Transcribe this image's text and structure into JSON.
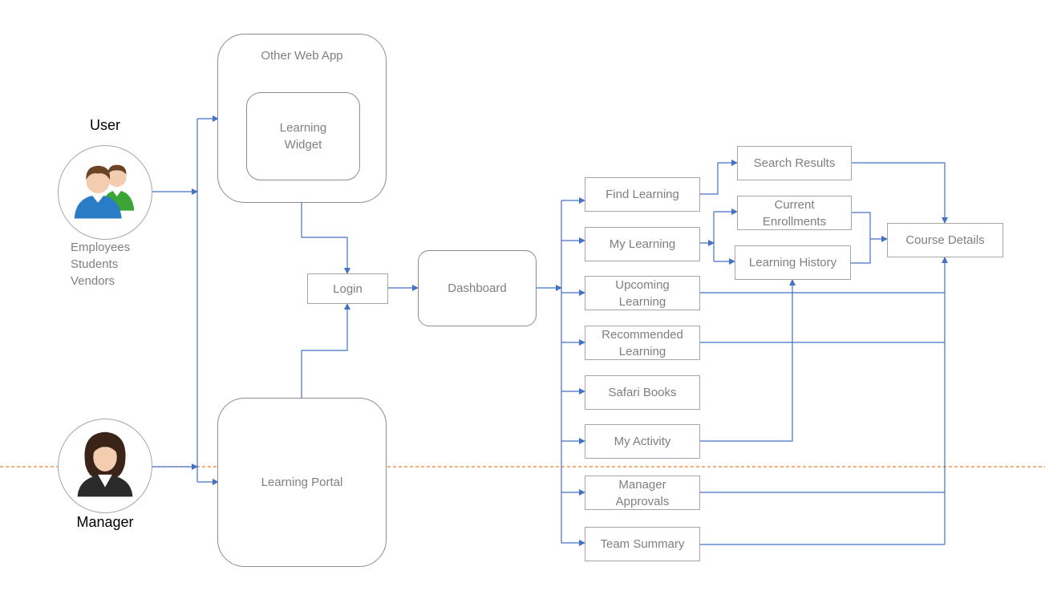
{
  "actors": {
    "user": {
      "title": "User",
      "lines": [
        "Employees",
        "Students",
        "Vendors"
      ]
    },
    "manager": {
      "title": "Manager"
    }
  },
  "containers": {
    "other_web_app": {
      "label": "Other Web App",
      "widget": "Learning Widget"
    },
    "learning_portal": {
      "label": "Learning Portal"
    }
  },
  "nodes": {
    "login": "Login",
    "dashboard": "Dashboard",
    "find_learning": "Find Learning",
    "my_learning": "My Learning",
    "upcoming_learning": "Upcoming Learning",
    "recommended_learning": "Recommended Learning",
    "safari_books": "Safari Books",
    "my_activity": "My Activity",
    "manager_approvals": "Manager Approvals",
    "team_summary": "Team Summary",
    "search_results": "Search Results",
    "current_enrollments": "Current Enrollments",
    "learning_history": "Learning History",
    "course_details": "Course Details"
  },
  "colors": {
    "connector": "#4472c4",
    "divider": "#ed7d31",
    "box_border": "#a6a6a6",
    "text": "#7f7f7f"
  },
  "icons": {
    "user": "users-group-icon",
    "manager": "manager-woman-icon"
  }
}
